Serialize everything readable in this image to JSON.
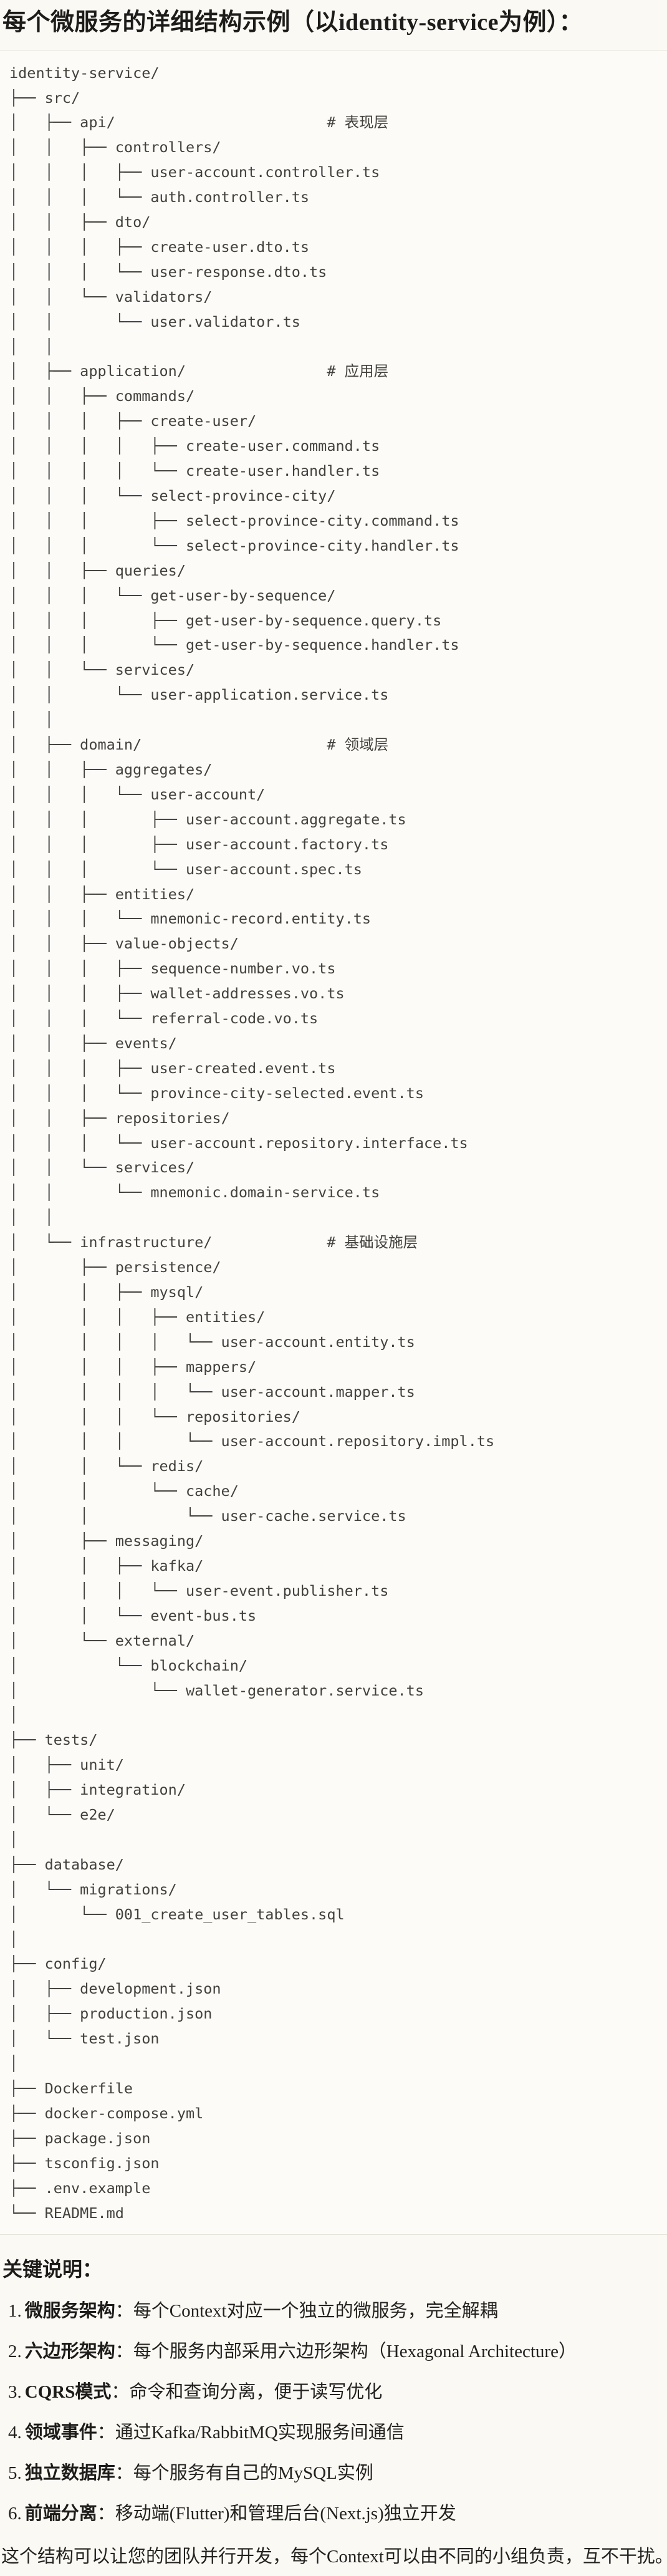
{
  "page": {
    "title": "每个微服务的详细结构示例（以identity-service为例）："
  },
  "tree": {
    "lines": [
      "identity-service/",
      "├── src/",
      "│   ├── api/                        # 表现层",
      "│   │   ├── controllers/",
      "│   │   │   ├── user-account.controller.ts",
      "│   │   │   └── auth.controller.ts",
      "│   │   ├── dto/",
      "│   │   │   ├── create-user.dto.ts",
      "│   │   │   └── user-response.dto.ts",
      "│   │   └── validators/",
      "│   │       └── user.validator.ts",
      "│   │",
      "│   ├── application/                # 应用层",
      "│   │   ├── commands/",
      "│   │   │   ├── create-user/",
      "│   │   │   │   ├── create-user.command.ts",
      "│   │   │   │   └── create-user.handler.ts",
      "│   │   │   └── select-province-city/",
      "│   │   │       ├── select-province-city.command.ts",
      "│   │   │       └── select-province-city.handler.ts",
      "│   │   ├── queries/",
      "│   │   │   └── get-user-by-sequence/",
      "│   │   │       ├── get-user-by-sequence.query.ts",
      "│   │   │       └── get-user-by-sequence.handler.ts",
      "│   │   └── services/",
      "│   │       └── user-application.service.ts",
      "│   │",
      "│   ├── domain/                     # 领域层",
      "│   │   ├── aggregates/",
      "│   │   │   └── user-account/",
      "│   │   │       ├── user-account.aggregate.ts",
      "│   │   │       ├── user-account.factory.ts",
      "│   │   │       └── user-account.spec.ts",
      "│   │   ├── entities/",
      "│   │   │   └── mnemonic-record.entity.ts",
      "│   │   ├── value-objects/",
      "│   │   │   ├── sequence-number.vo.ts",
      "│   │   │   ├── wallet-addresses.vo.ts",
      "│   │   │   └── referral-code.vo.ts",
      "│   │   ├── events/",
      "│   │   │   ├── user-created.event.ts",
      "│   │   │   └── province-city-selected.event.ts",
      "│   │   ├── repositories/",
      "│   │   │   └── user-account.repository.interface.ts",
      "│   │   └── services/",
      "│   │       └── mnemonic.domain-service.ts",
      "│   │",
      "│   └── infrastructure/             # 基础设施层",
      "│       ├── persistence/",
      "│       │   ├── mysql/",
      "│       │   │   ├── entities/",
      "│       │   │   │   └── user-account.entity.ts",
      "│       │   │   ├── mappers/",
      "│       │   │   │   └── user-account.mapper.ts",
      "│       │   │   └── repositories/",
      "│       │   │       └── user-account.repository.impl.ts",
      "│       │   └── redis/",
      "│       │       └── cache/",
      "│       │           └── user-cache.service.ts",
      "│       ├── messaging/",
      "│       │   ├── kafka/",
      "│       │   │   └── user-event.publisher.ts",
      "│       │   └── event-bus.ts",
      "│       └── external/",
      "│           └── blockchain/",
      "│               └── wallet-generator.service.ts",
      "│",
      "├── tests/",
      "│   ├── unit/",
      "│   ├── integration/",
      "│   └── e2e/",
      "│",
      "├── database/",
      "│   └── migrations/",
      "│       └── 001_create_user_tables.sql",
      "│",
      "├── config/",
      "│   ├── development.json",
      "│   ├── production.json",
      "│   └── test.json",
      "│",
      "├── Dockerfile",
      "├── docker-compose.yml",
      "├── package.json",
      "├── tsconfig.json",
      "├── .env.example",
      "└── README.md"
    ]
  },
  "notes": {
    "heading": "关键说明：",
    "items": [
      {
        "num": "1.",
        "label": "微服务架构",
        "text": "：每个Context对应一个独立的微服务，完全解耦"
      },
      {
        "num": "2.",
        "label": "六边形架构",
        "text": "：每个服务内部采用六边形架构（Hexagonal Architecture）"
      },
      {
        "num": "3.",
        "label": "CQRS模式",
        "text": "：命令和查询分离，便于读写优化"
      },
      {
        "num": "4.",
        "label": "领域事件",
        "text": "：通过Kafka/RabbitMQ实现服务间通信"
      },
      {
        "num": "5.",
        "label": "独立数据库",
        "text": "：每个服务有自己的MySQL实例"
      },
      {
        "num": "6.",
        "label": "前端分离",
        "text": "：移动端(Flutter)和管理后台(Next.js)独立开发"
      }
    ],
    "summary": "这个结构可以让您的团队并行开发，每个Context可以由不同的小组负责，互不干扰。"
  },
  "colors": {
    "page_background": "#faf9f4",
    "code_background": "#fcfbf8",
    "code_border": "#e5e3d9",
    "code_text": "#42413c",
    "heading_text": "#1d1c1a",
    "body_text": "#232220"
  }
}
